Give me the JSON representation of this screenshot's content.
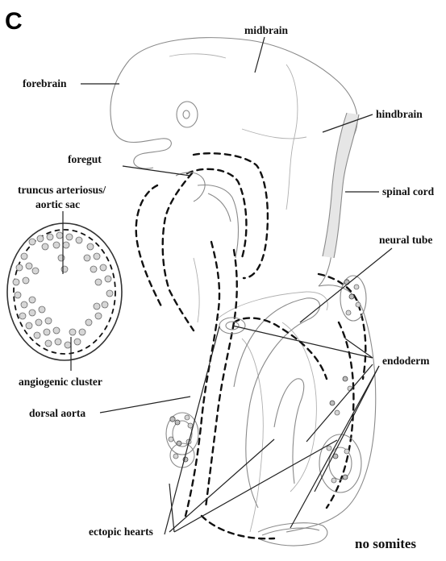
{
  "panel": {
    "letter": "C"
  },
  "labels": {
    "midbrain": "midbrain",
    "forebrain": "forebrain",
    "hindbrain": "hindbrain",
    "foregut": "foregut",
    "truncus_line1": "truncus arteriosus/",
    "truncus_line2": "aortic sac",
    "spinal_cord": "spinal cord",
    "neural_tube": "neural tube",
    "endoderm": "endoderm",
    "angiogenic_cluster": "angiogenic cluster",
    "dorsal_aorta": "dorsal aorta",
    "ectopic_hearts": "ectopic hearts",
    "no_somites": "no somites"
  }
}
